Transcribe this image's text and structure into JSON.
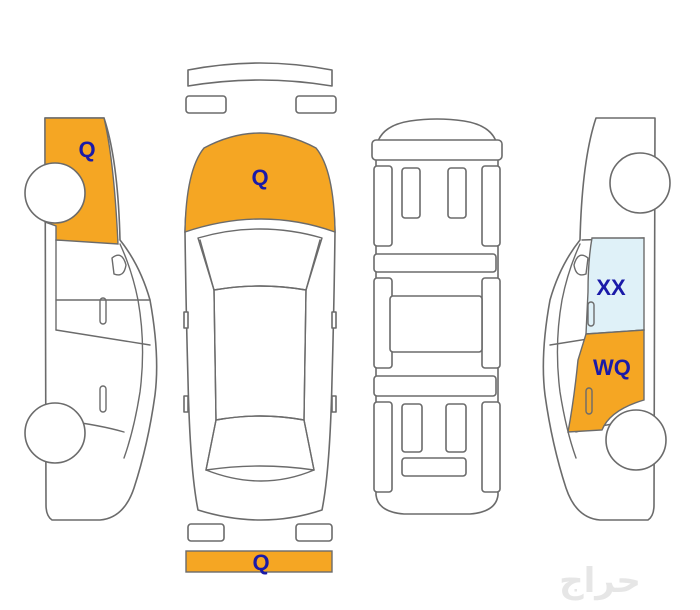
{
  "colors": {
    "outline": "#6b6b6b",
    "replaced": "#f5a623",
    "painted": "#dff1f8",
    "label": "#1a1aa8",
    "watermark": "#e6e6e6"
  },
  "labels": {
    "left_rear_quarter": "Q",
    "hood": "Q",
    "front_bumper": "Q",
    "right_front_door": "XX",
    "right_rear_door": "WQ"
  },
  "watermark": "حراج"
}
